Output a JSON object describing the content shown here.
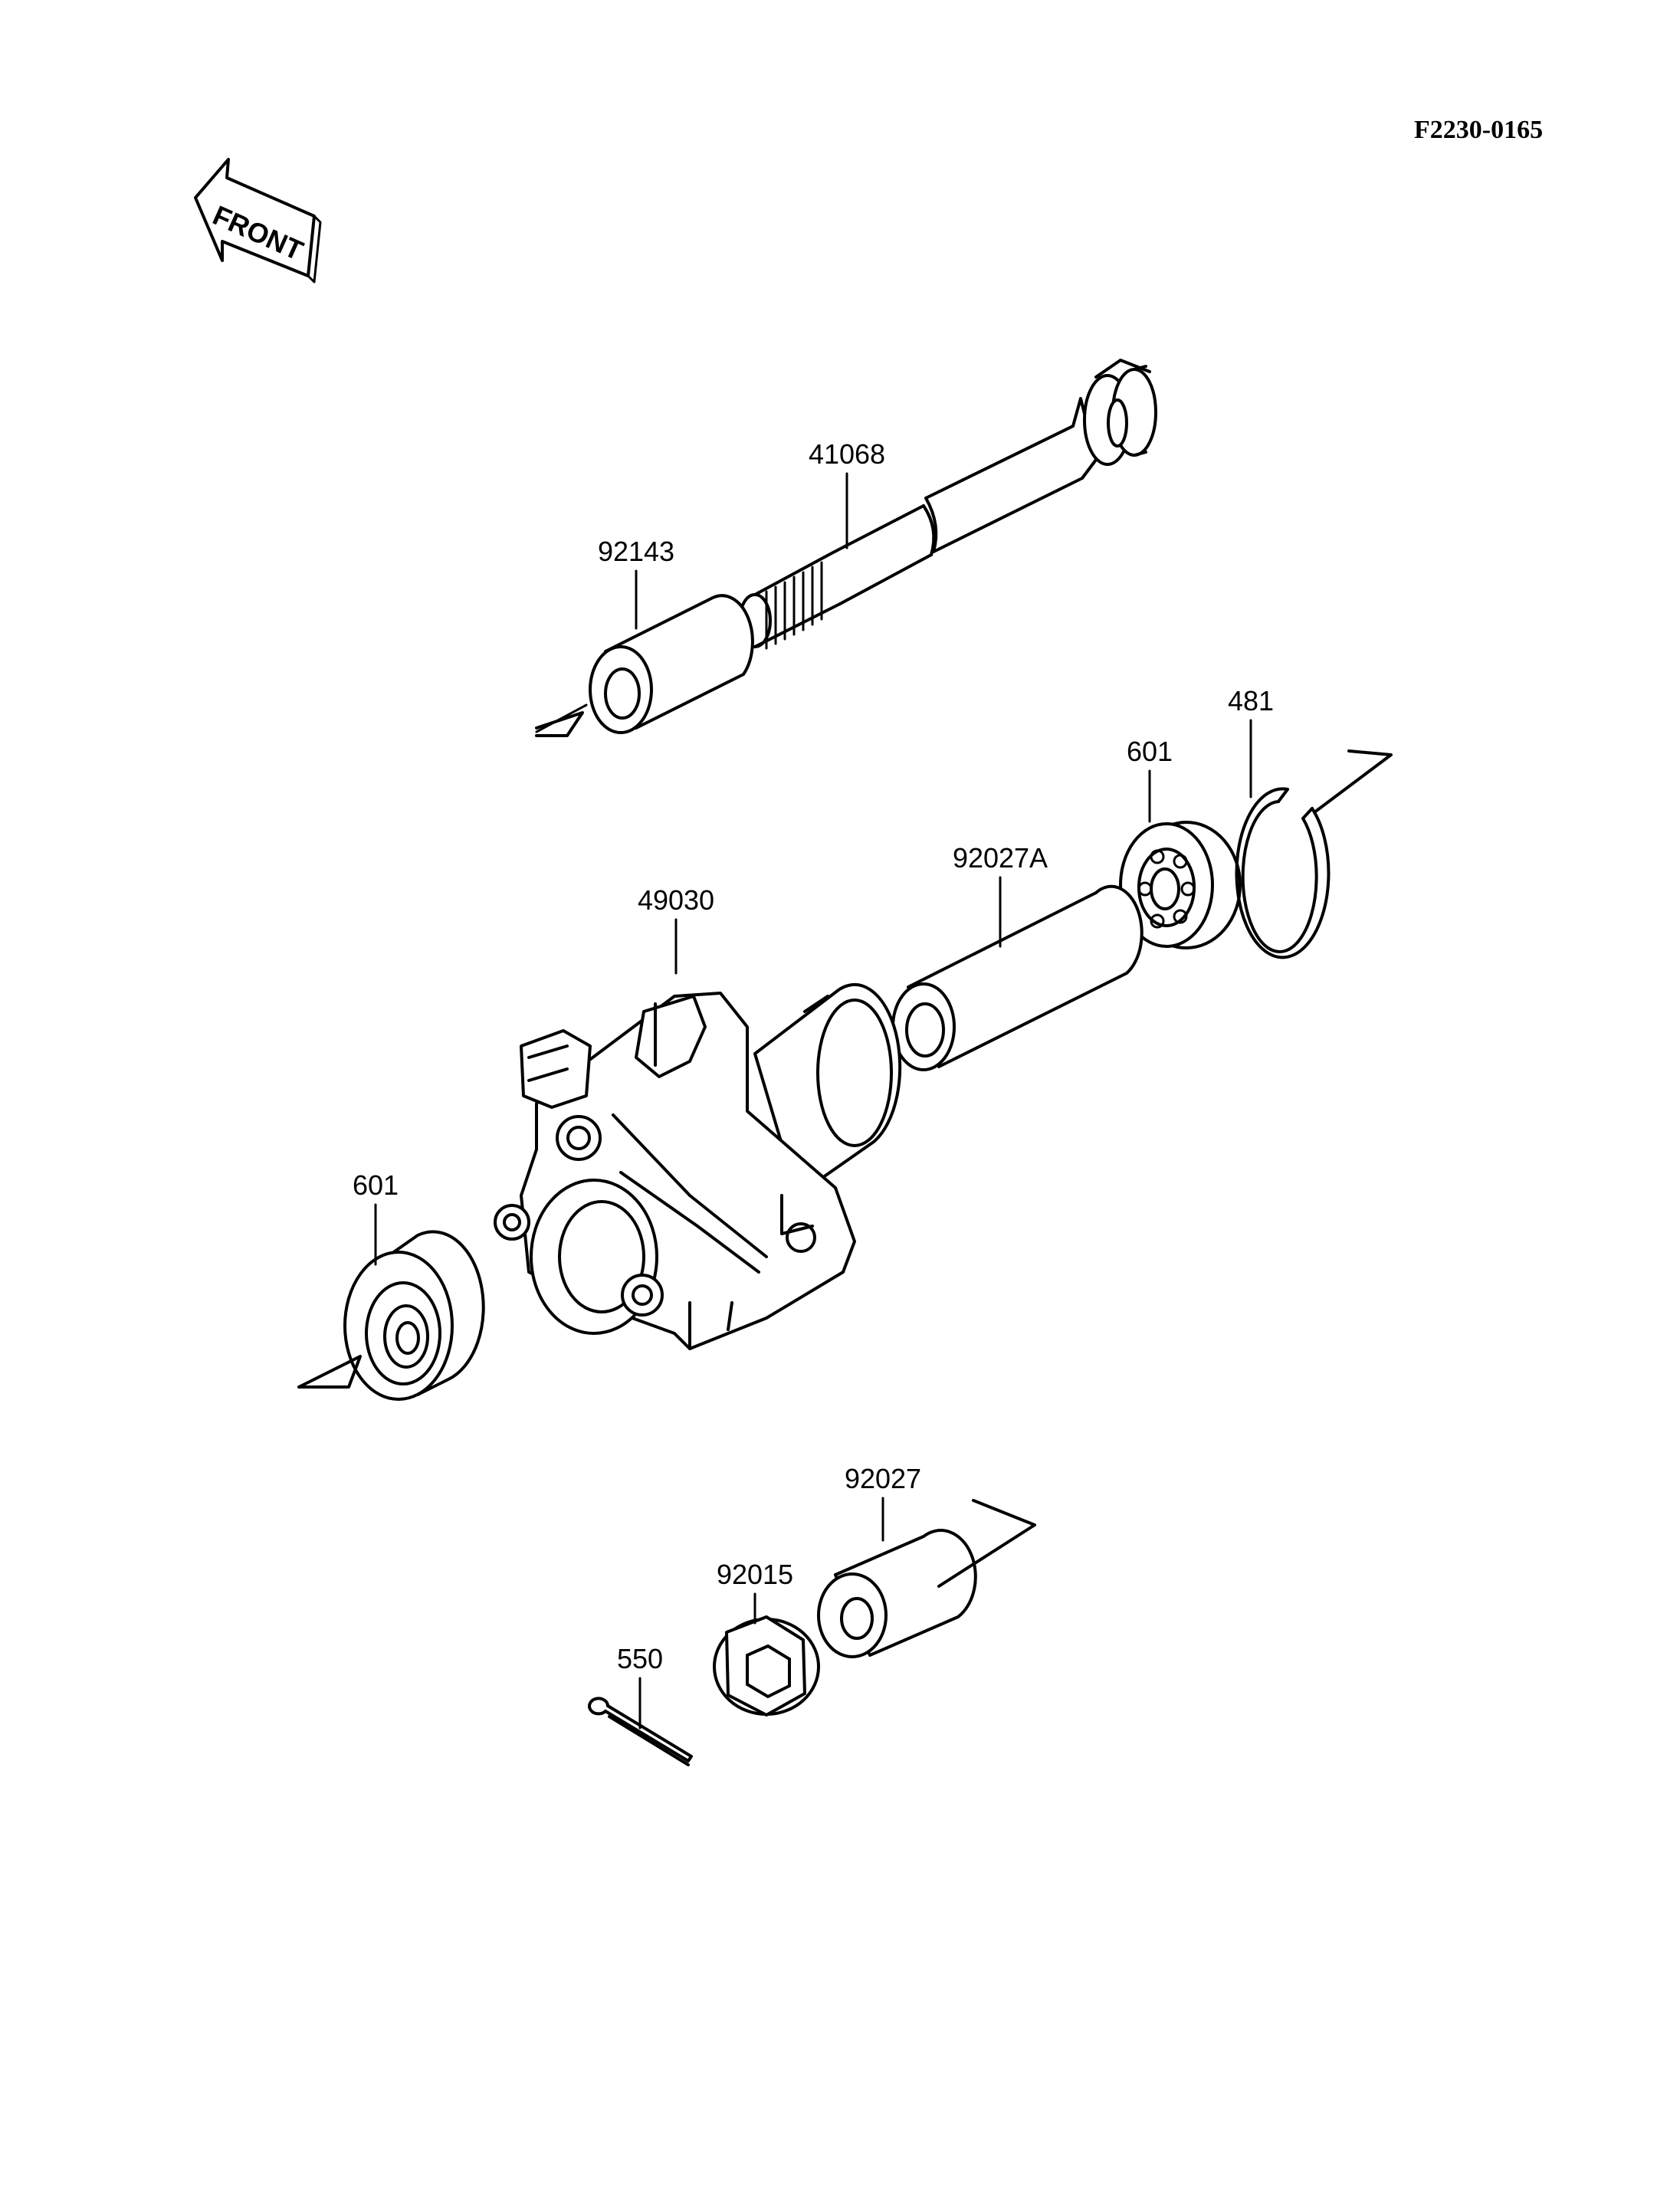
{
  "diagram_code": "F2230-0165",
  "front_label": "FRONT",
  "parts": {
    "p41068": "41068",
    "p92143": "92143",
    "p481": "481",
    "p601_upper": "601",
    "p92027A": "92027A",
    "p49030": "49030",
    "p601_lower": "601",
    "p92027": "92027",
    "p92015": "92015",
    "p550": "550"
  }
}
